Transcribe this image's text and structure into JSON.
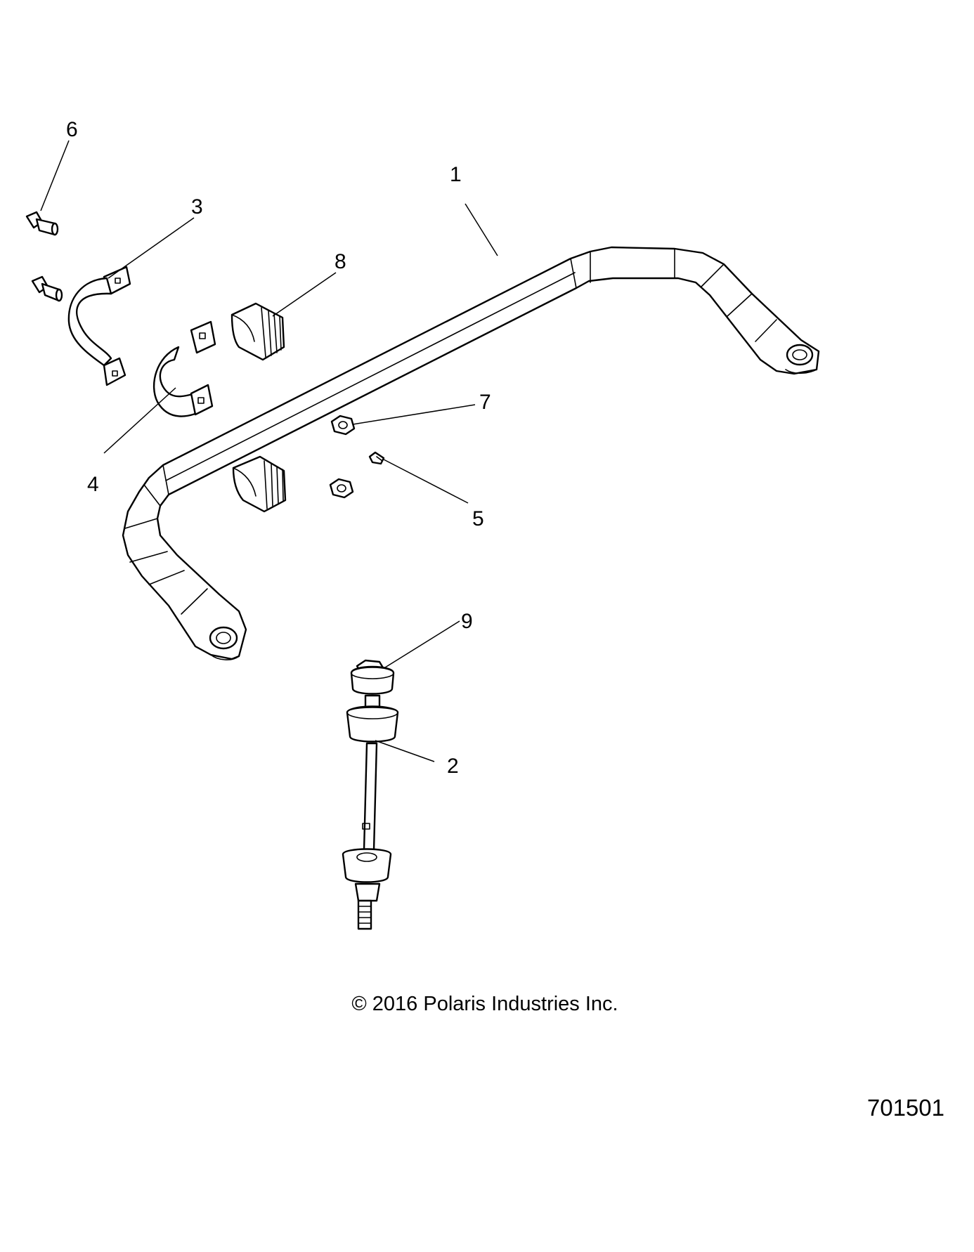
{
  "diagram": {
    "callouts": {
      "c1": "1",
      "c2": "2",
      "c3": "3",
      "c4": "4",
      "c5": "5",
      "c6": "6",
      "c7": "7",
      "c8": "8",
      "c9": "9"
    },
    "copyright": "© 2016 Polaris Industries Inc.",
    "figure_number": "701501"
  }
}
